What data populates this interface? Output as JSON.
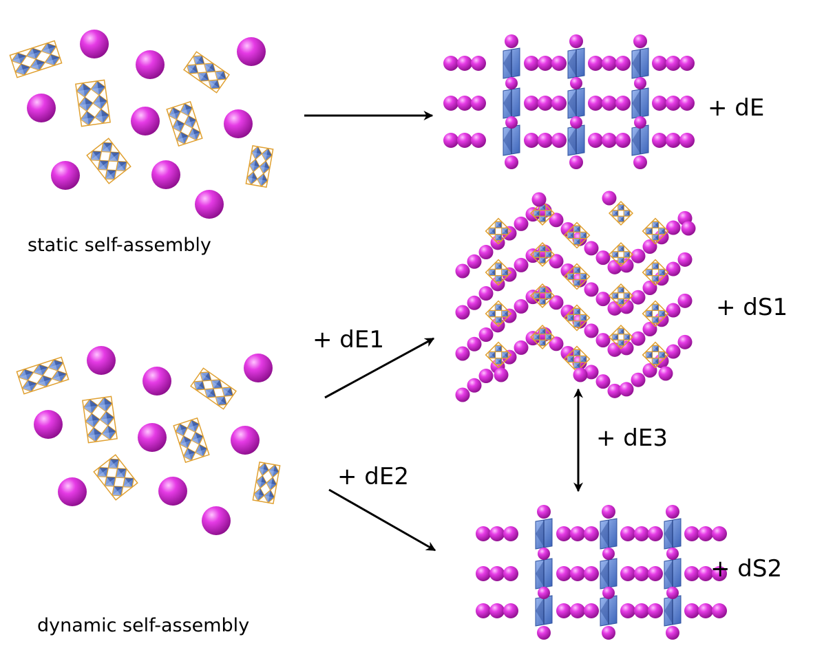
{
  "labels": {
    "static": "static  self-assembly",
    "dynamic": "dynamic self-assembly",
    "dE": "+ dE",
    "dE1": "+ dE1",
    "dE2": "+ dE2",
    "dE3": "+ dE3",
    "dS1": "+ dS1",
    "dS2": "+ dS2"
  },
  "colors": {
    "sphere": "#d21ed2",
    "polyhedron": "#4f7fd6",
    "polyhedron_edge": "#e0a030",
    "arrow": "#000000",
    "text": "#000000"
  },
  "icons": {
    "sphere": "magenta-sphere-icon",
    "polyhedron": "blue-octahedral-cluster-icon"
  }
}
